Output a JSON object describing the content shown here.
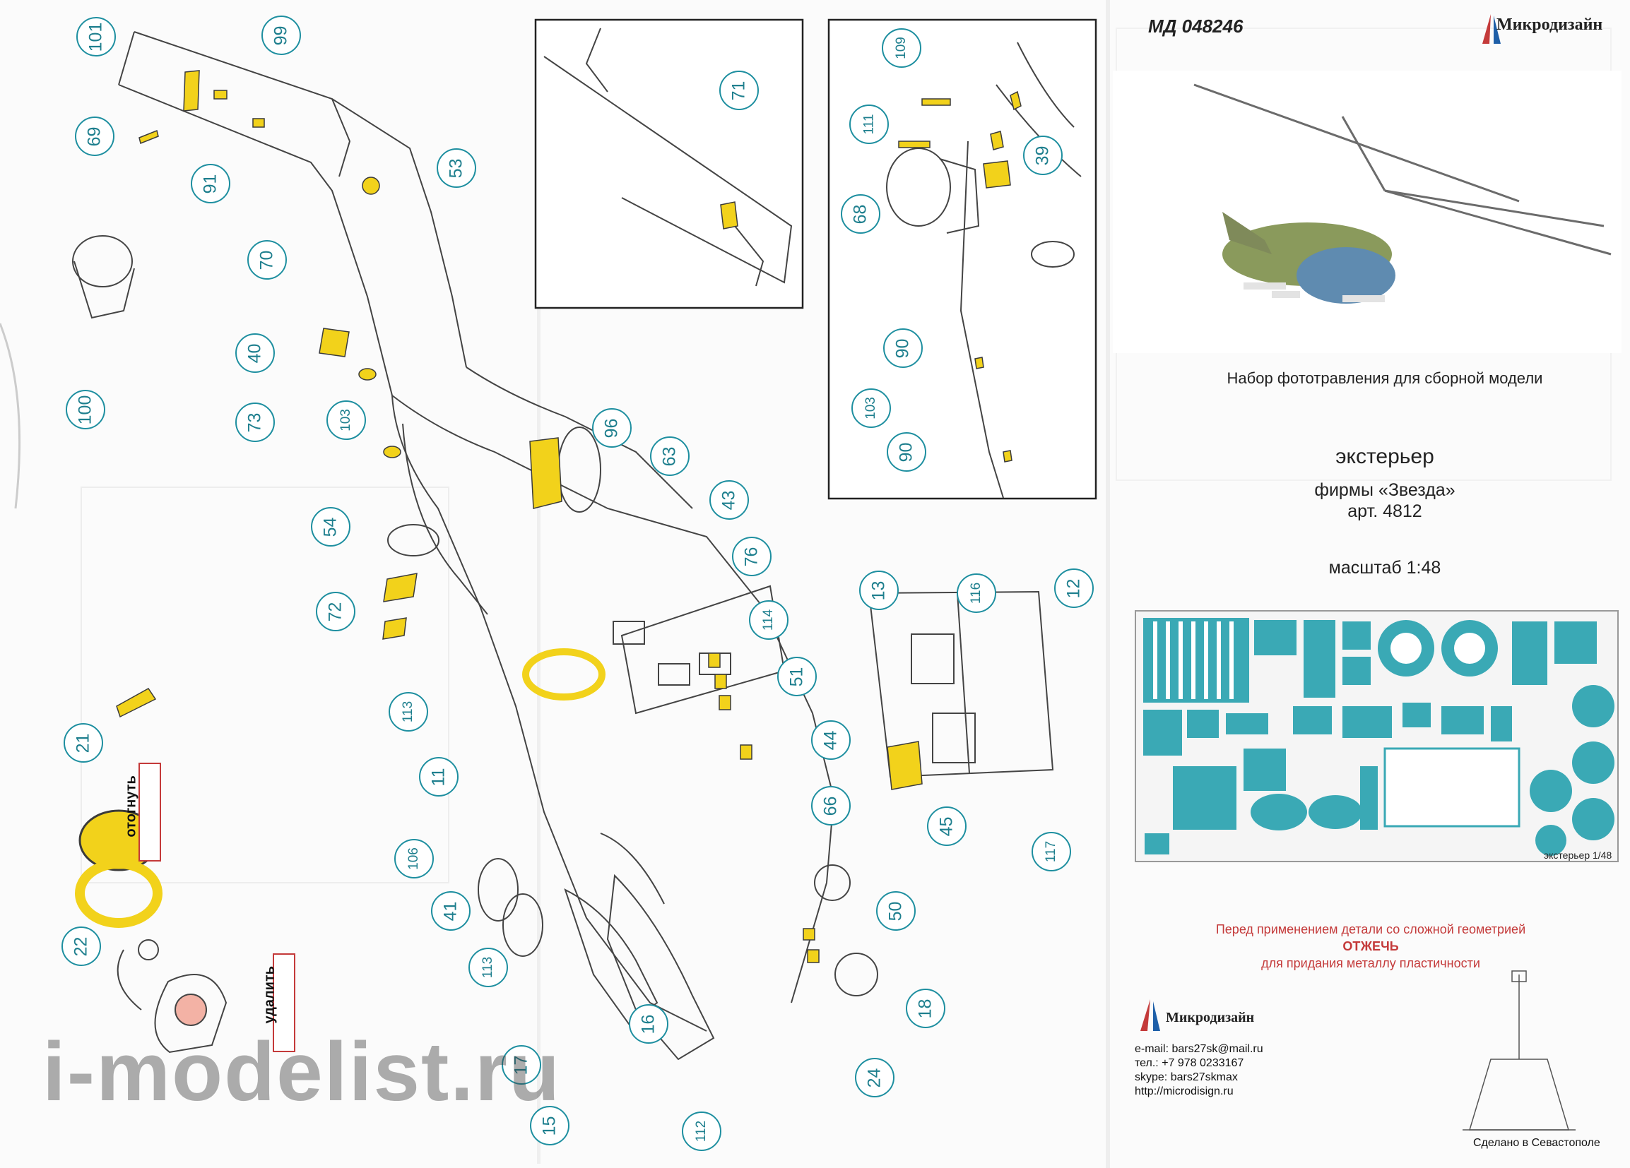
{
  "header": {
    "code": "МД 048246",
    "brand": "Микродизайн"
  },
  "description": {
    "subtitle": "Набор фототравления для сборной модели",
    "title": "экстерьер",
    "company": "фирмы «Звезда»",
    "article": "арт. 4812",
    "scale": "масштаб 1:48"
  },
  "fret": {
    "label": "экстерьер 1/48"
  },
  "notice": {
    "line1": "Перед применением детали со сложной геометрией",
    "line2": "ОТЖЕЧЬ",
    "line3": "для придания металлу пластичности"
  },
  "footer": {
    "brand": "Микродизайн",
    "email": "e-mail: bars27sk@mail.ru",
    "phone": "тел.: +7 978 0233167",
    "skype": "skype: bars27skmax",
    "url": "http://microdisign.ru",
    "made_in": "Сделано в Севастополе"
  },
  "instructions": {
    "bend": "отогнуть",
    "remove": "удалить"
  },
  "watermark": "i-modelist.ru",
  "part_callouts": [
    "101",
    "99",
    "69",
    "91",
    "53",
    "70",
    "100",
    "40",
    "73",
    "103",
    "96",
    "63",
    "54",
    "43",
    "76",
    "72",
    "113",
    "11",
    "106",
    "41",
    "113",
    "21",
    "22",
    "17",
    "16",
    "15",
    "112",
    "71",
    "109",
    "111",
    "39",
    "68",
    "90",
    "103",
    "90",
    "13",
    "116",
    "12",
    "114",
    "51",
    "44",
    "66",
    "45",
    "117",
    "50",
    "18",
    "24"
  ],
  "colors": {
    "callout": "#1e8fa0",
    "photo_etch_part": "#f2d21b",
    "fret_part": "#3aa9b5",
    "label_border": "#c43a3a"
  }
}
